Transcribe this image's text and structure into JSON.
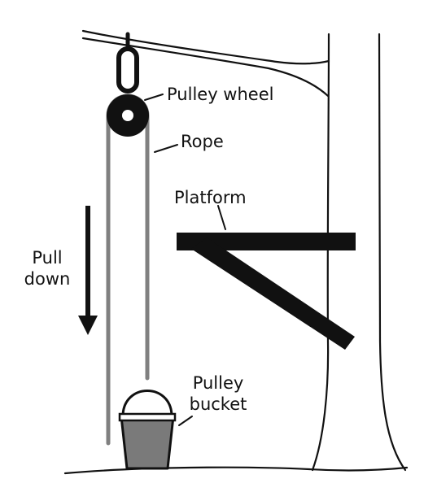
{
  "labels": {
    "pulley_wheel": "Pulley wheel",
    "rope": "Rope",
    "platform": "Platform",
    "pull_line1": "Pull",
    "pull_line2": "down",
    "bucket_line1": "Pulley",
    "bucket_line2": "bucket"
  },
  "colors": {
    "ink": "#111111",
    "rope": "#808080",
    "bucket_fill": "#7a7a7a",
    "wheel": "#111111",
    "background": "#ffffff"
  }
}
